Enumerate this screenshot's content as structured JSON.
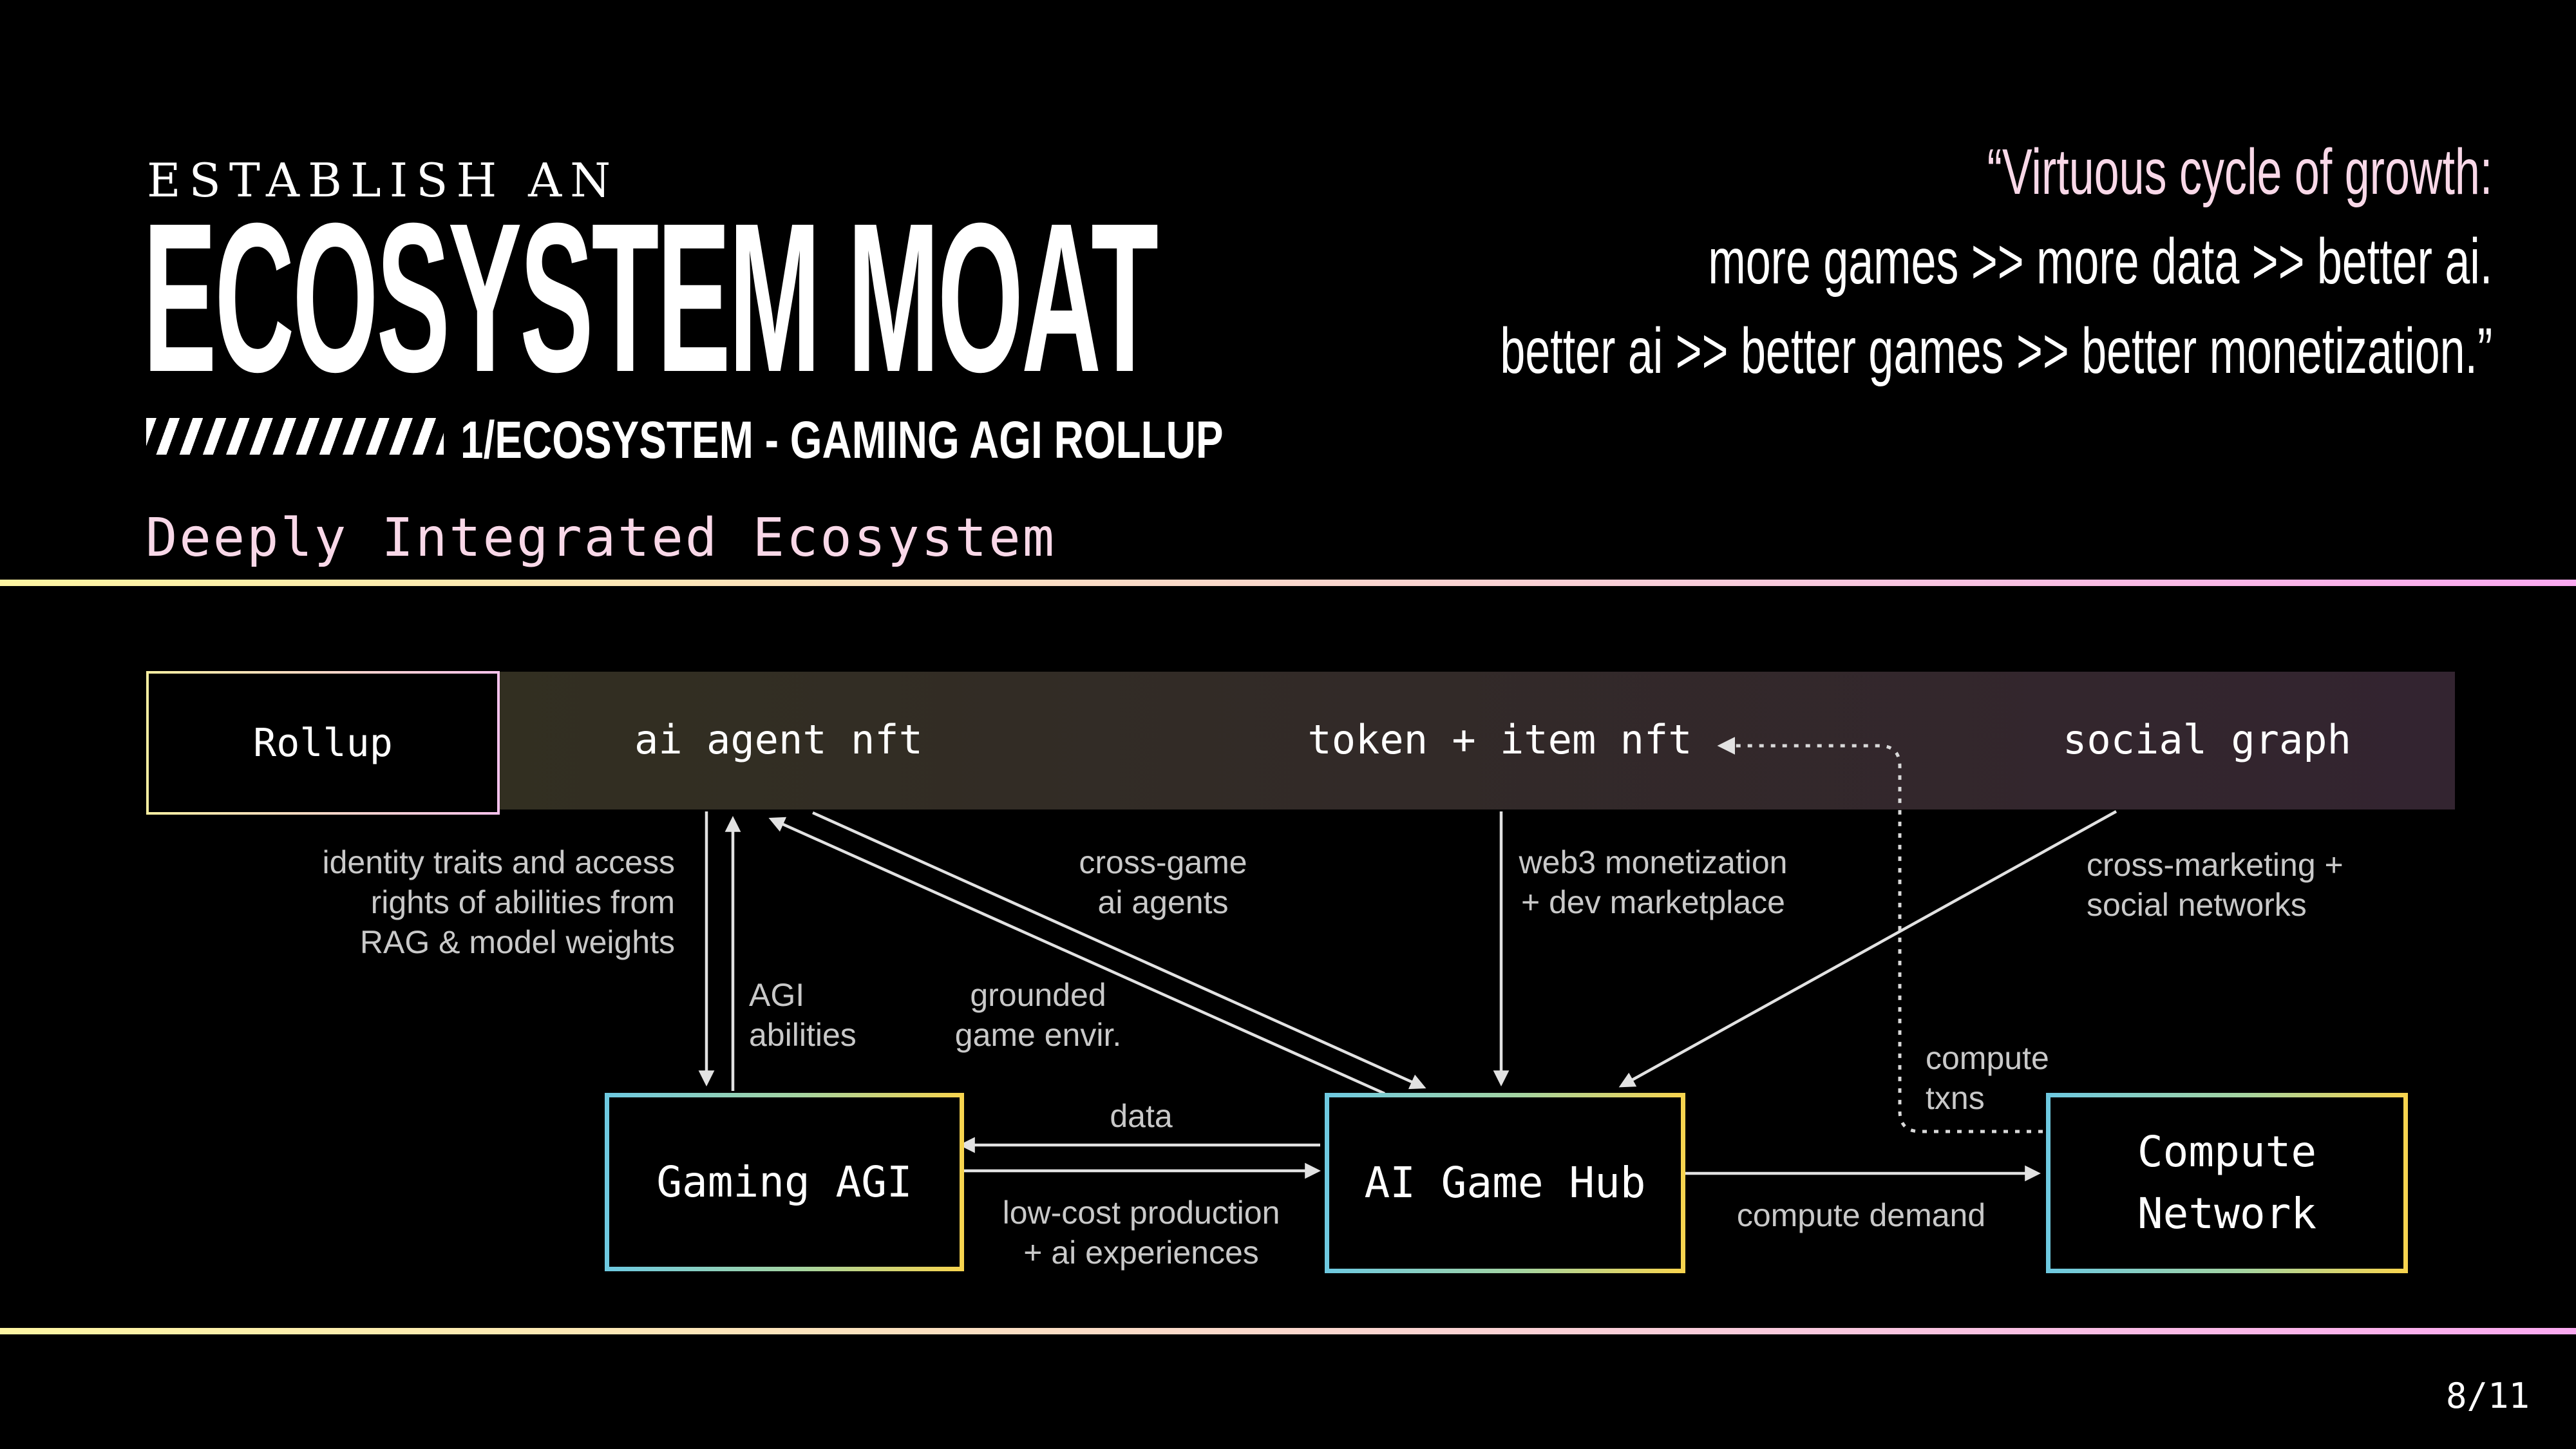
{
  "header": {
    "kicker": "ESTABLISH AN",
    "title": "ECOSYSTEM MOAT",
    "subtitle": "1/ECOSYSTEM - GAMING AGI ROLLUP",
    "quote": {
      "line1": "“Virtuous cycle of growth:",
      "line2": "more games >> more data >> better ai.",
      "line3": "better ai >> better games >> better monetization.”"
    }
  },
  "section": {
    "heading": "Deeply Integrated Ecosystem"
  },
  "diagram": {
    "rollup_label": "Rollup",
    "bar_items": [
      "ai agent nft",
      "token + item nft",
      "social graph"
    ],
    "nodes": {
      "gaming_agi": "Gaming AGI",
      "ai_game_hub": "AI Game Hub",
      "compute_network": [
        "Compute",
        "Network"
      ]
    },
    "labels": {
      "identity": [
        "identity traits and access",
        "rights of abilities from",
        "RAG & model weights"
      ],
      "agi_abilities": [
        "AGI",
        "abilities"
      ],
      "grounded": [
        "grounded",
        "game envir."
      ],
      "cross_game": [
        "cross-game",
        "ai agents"
      ],
      "web3": [
        "web3 monetization",
        "+ dev marketplace"
      ],
      "cross_marketing": [
        "cross-marketing +",
        "social networks"
      ],
      "data": "data",
      "low_cost": [
        "low-cost production",
        "+ ai experiences"
      ],
      "compute_demand": "compute demand",
      "compute_txns": [
        "compute",
        "txns"
      ]
    }
  },
  "footer": {
    "page": "8/11"
  },
  "colors": {
    "background": "#000000",
    "accent_pink_text": "#f9d8e8",
    "label_gray": "#c9c9c9",
    "bar_left": "#322f21",
    "bar_right": "#332430",
    "rollup_border": [
      "#f6eda1",
      "#fac2ec"
    ],
    "node_border": [
      "#6ec9e0",
      "#a5d4a0",
      "#f7d44f"
    ],
    "divider_gradient": [
      "#fdf5a2",
      "#fbdfc2",
      "#f9cbdc",
      "#faa9f0"
    ],
    "wire": "#e2e2e2"
  }
}
